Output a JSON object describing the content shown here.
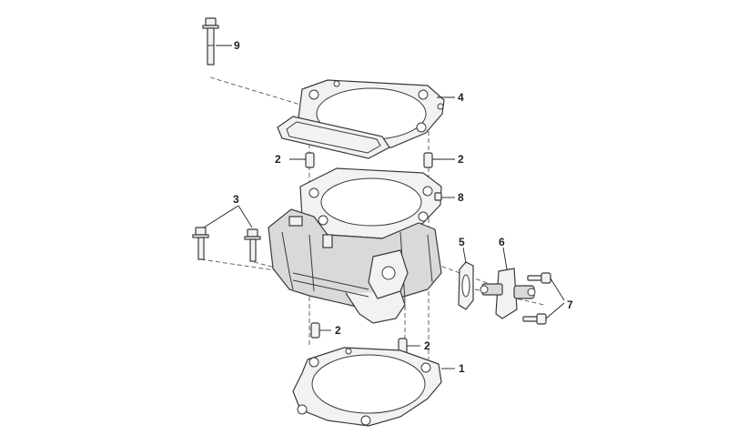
{
  "callouts": {
    "c1": "1",
    "c2a": "2",
    "c2b": "2",
    "c2c": "2",
    "c2d": "2",
    "c3": "3",
    "c4": "4",
    "c5": "5",
    "c6": "6",
    "c7": "7",
    "c8": "8",
    "c9": "9"
  },
  "colors": {
    "line": "#3a3a3a",
    "fill_light": "#f2f2f2",
    "fill_dark": "#d9d9d9",
    "background": "#ffffff"
  }
}
